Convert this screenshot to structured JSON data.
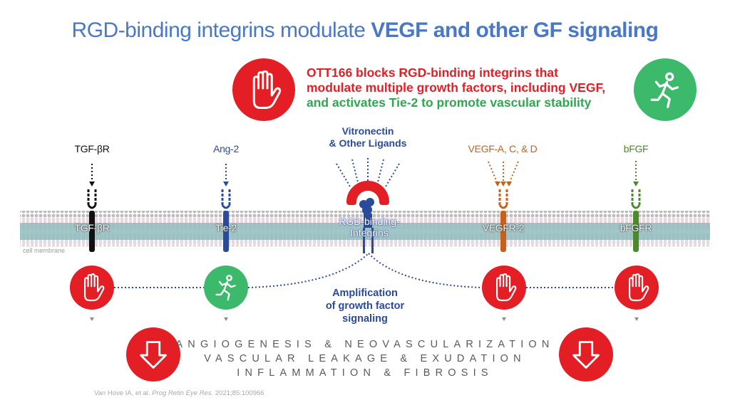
{
  "title": {
    "prefix": "RGD-binding integrins modulate ",
    "emphasis": "VEGF and other GF signaling"
  },
  "statement": {
    "line1": "OTT166 blocks RGD-binding integrins that",
    "line2": "modulate multiple growth factors, including VEGF,",
    "line3": "and activates Tie-2 to promote vascular stability"
  },
  "ligands": {
    "tgf": "TGF-βR",
    "ang2": "Ang-2",
    "vitronectin_line1": "Vitronectin",
    "vitronectin_line2": "& Other Ligands",
    "vegf": "VEGF-A, C, & D",
    "bfgf": "bFGF"
  },
  "receptors": {
    "tgf": "TGF-βR",
    "tie2": "Tie-2",
    "rgd_line1": "RGD-binding-",
    "rgd_line2": "Integrins",
    "vegfr2": "VEGFR-2",
    "bfgfr": "bFGFR"
  },
  "membrane_label": "cell membrane",
  "amplification": {
    "line1": "Amplification",
    "line2": "of growth factor",
    "line3": "signaling"
  },
  "outcomes": [
    "ANGIOGENESIS & NEOVASCULARIZATION",
    "VASCULAR LEAKAGE & EXUDATION",
    "INFLAMMATION & FIBROSIS"
  ],
  "citation": {
    "authors": "Van Hove IA, et al. ",
    "journal": "Prog Retin Eye Res.",
    "details": " 2021;85:100966"
  },
  "icons": {
    "block": "stop-hand-icon",
    "activate": "running-person-icon",
    "decrease": "down-arrow-icon"
  },
  "colors": {
    "title": "#4a78c8",
    "block_red": "#e31e25",
    "activate_green": "#3cb96a",
    "tgf_black": "#111111",
    "tie2_blue": "#2a4a9a",
    "vegf_orange": "#c8601a",
    "bfgf_green": "#4a8a2a",
    "membrane": "#8fbcbf"
  }
}
